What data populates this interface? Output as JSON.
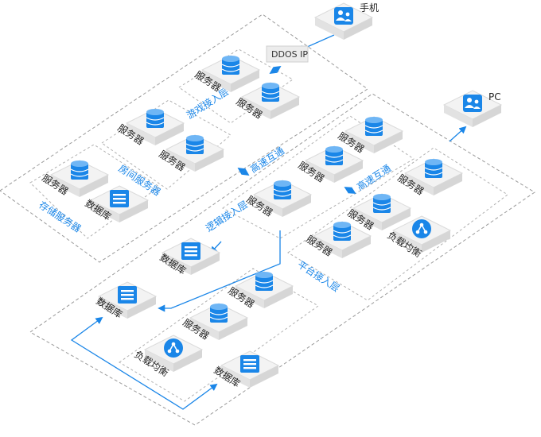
{
  "colors": {
    "accent": "#1a86e8",
    "tile_top": "#f3f3f3",
    "tile_side": "#d6d6d6"
  },
  "devices": {
    "mobile": {
      "label": "手机",
      "icon": "user-group-icon"
    },
    "pc": {
      "label": "PC",
      "icon": "user-group-icon"
    }
  },
  "ddos": {
    "label": "DDOS IP"
  },
  "groups": {
    "game_access": "游戏接入层",
    "room_server": "房间服务器",
    "storage_server": "存储服务器",
    "logic_access": "逻辑接入层",
    "platform_access": "平台接入层"
  },
  "links": {
    "high_speed_1": "高速互通",
    "high_speed_2": "高速互通"
  },
  "nodes": {
    "game_server_1": "服务器",
    "game_server_2": "服务器",
    "room_server_1": "服务器",
    "room_server_2": "服务器",
    "storage_server": "服务器",
    "storage_db": "数据库",
    "logic_server_1": "服务器",
    "logic_server_2": "服务器",
    "logic_server_3": "服务器",
    "logic_db": "数据库",
    "platform_server_1": "服务器",
    "platform_server_2": "服务器",
    "platform_server_3": "服务器",
    "platform_lb": "负载均衡",
    "main_db": "数据库",
    "bottom_server_1": "服务器",
    "bottom_server_2": "服务器",
    "bottom_lb": "负载均衡",
    "bottom_db": "数据库"
  }
}
